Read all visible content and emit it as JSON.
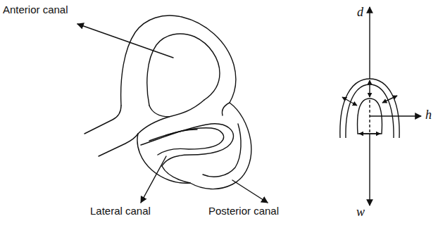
{
  "diagram": {
    "labels": [
      "Anterior canal",
      "Lateral canal",
      "Posterior canal",
      "d",
      "h",
      "w"
    ]
  }
}
